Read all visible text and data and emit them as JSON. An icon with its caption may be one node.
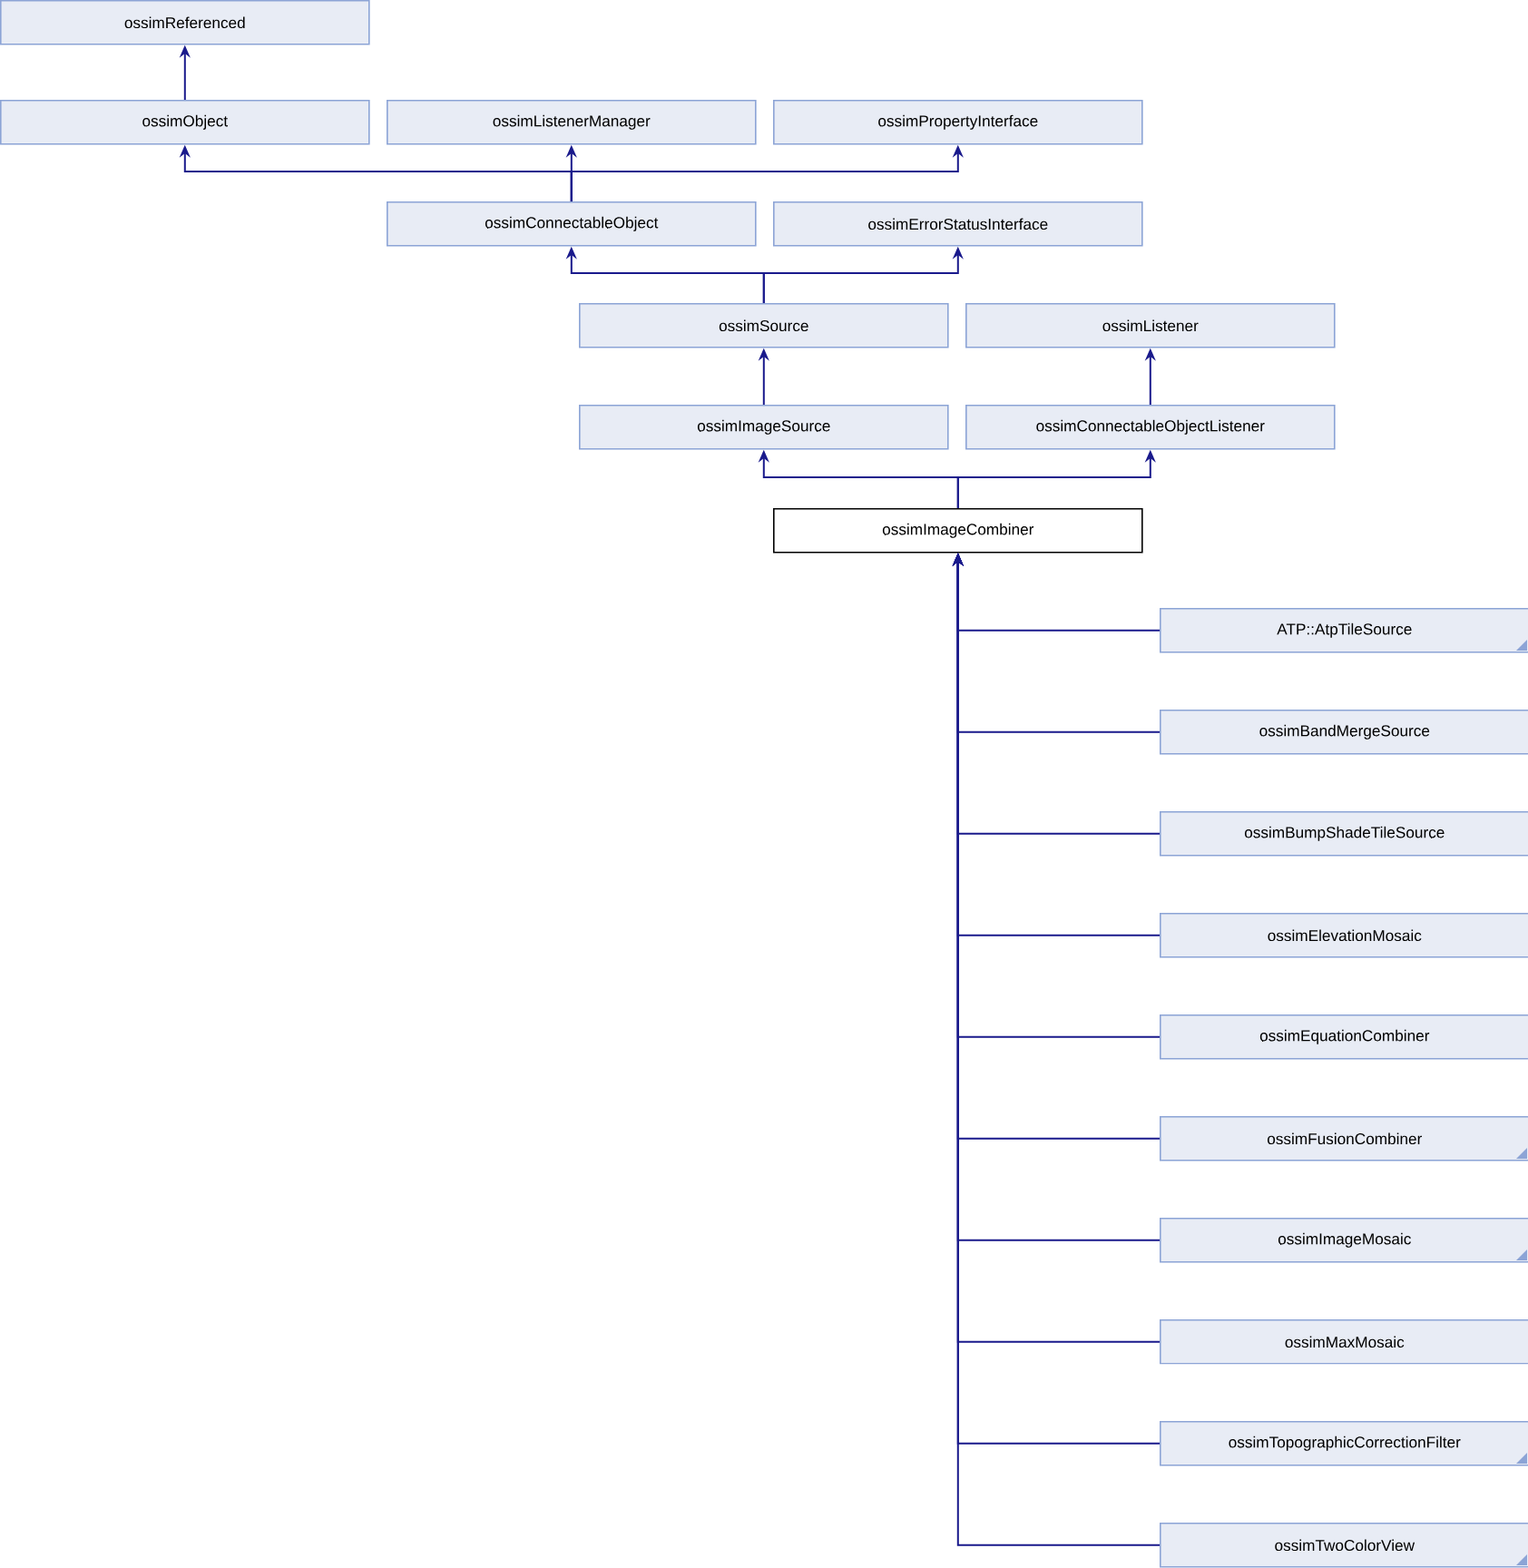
{
  "diagram": {
    "nodes": [
      {
        "text": [
          "ossimReferenced"
        ]
      },
      {
        "text": [
          "ossimObject"
        ]
      },
      {
        "text": [
          "ossimListenerManager"
        ]
      },
      {
        "text": [
          "ossimPropertyInterface"
        ]
      },
      {
        "text": [
          "ossimConnectableObject"
        ]
      },
      {
        "text": [
          "ossimErrorStatusInterface"
        ]
      },
      {
        "text": [
          "ossimSource"
        ]
      },
      {
        "text": [
          "ossimListener"
        ]
      },
      {
        "text": [
          "ossimImageSource"
        ]
      },
      {
        "text": [
          "ossimConnectableObjectListener"
        ]
      },
      {
        "text": [
          "ossimImageCombiner"
        ]
      },
      {
        "text": [
          "ATP::AtpTileSource"
        ]
      },
      {
        "text": [
          "ossimBandMergeSource"
        ]
      },
      {
        "text": [
          "ossimBumpShadeTileSource"
        ]
      },
      {
        "text": [
          "ossimElevationMosaic"
        ]
      },
      {
        "text": [
          "ossimEquationCombiner"
        ]
      },
      {
        "text": [
          "ossimFusionCombiner"
        ]
      },
      {
        "text": [
          "ossimImageMosaic"
        ]
      },
      {
        "text": [
          "ossimMaxMosaic"
        ]
      },
      {
        "text": [
          "ossimTopographicCorrectionFilter"
        ]
      },
      {
        "text": [
          "ossimTwoColorView"
        ]
      }
    ],
    "edges": [
      {
        "from": 1,
        "to": 0,
        "arrow": "to"
      },
      {
        "from": 4,
        "to": 1,
        "arrow": "to"
      },
      {
        "from": 4,
        "to": 2,
        "arrow": "to"
      },
      {
        "from": 4,
        "to": 3,
        "arrow": "to"
      },
      {
        "from": 6,
        "to": 4,
        "arrow": "to"
      },
      {
        "from": 6,
        "to": 5,
        "arrow": "to"
      },
      {
        "from": 8,
        "to": 6,
        "arrow": "to"
      },
      {
        "from": 9,
        "to": 7,
        "arrow": "to"
      },
      {
        "from": 10,
        "to": 8,
        "arrow": "to"
      },
      {
        "from": 10,
        "to": 9,
        "arrow": "to"
      },
      {
        "from": 11,
        "to": 10,
        "arrow": "to"
      },
      {
        "from": 12,
        "to": 10,
        "arrow": "to"
      },
      {
        "from": 13,
        "to": 10,
        "arrow": "to"
      },
      {
        "from": 14,
        "to": 10,
        "arrow": "to"
      },
      {
        "from": 15,
        "to": 10,
        "arrow": "to"
      },
      {
        "from": 16,
        "to": 10,
        "arrow": "to"
      },
      {
        "from": 17,
        "to": 10,
        "arrow": "to"
      },
      {
        "from": 18,
        "to": 10,
        "arrow": "to"
      },
      {
        "from": 19,
        "to": 10,
        "arrow": "to"
      },
      {
        "from": 20,
        "to": 10,
        "arrow": "to"
      }
    ]
  }
}
